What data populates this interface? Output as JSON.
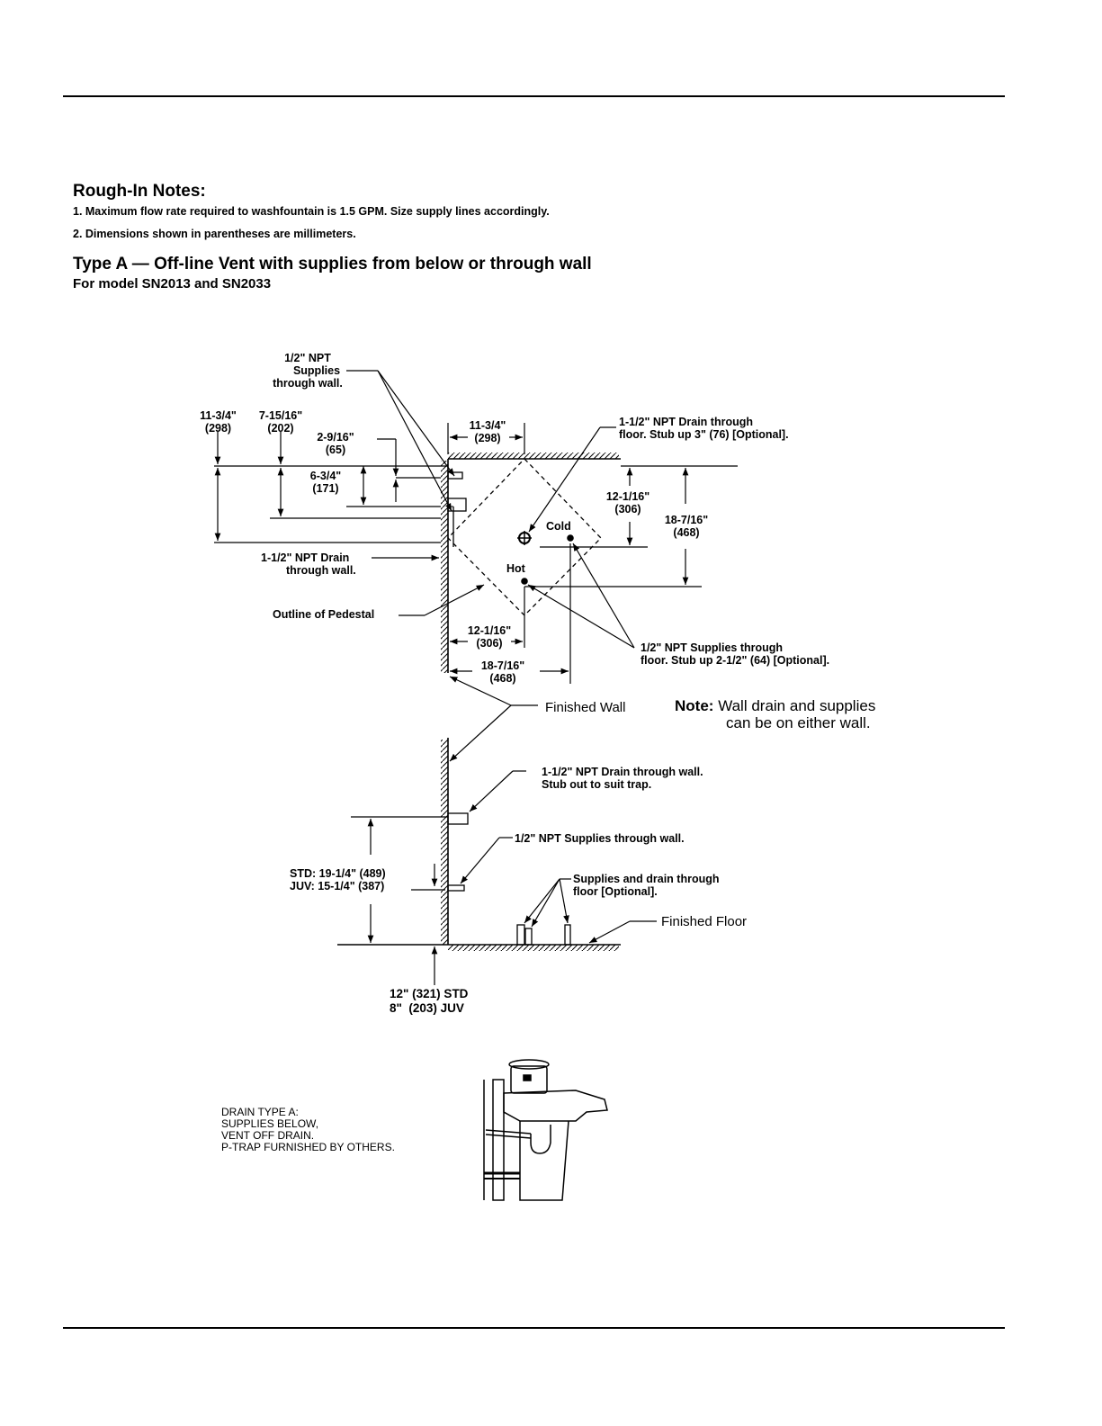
{
  "header": {
    "rough_in_title": "Rough-In Notes:",
    "note_1": "1. Maximum flow rate required to washfountain is 1.5 GPM. Size supply lines accordingly.",
    "note_2": "2. Dimensions shown in parentheses are millimeters.",
    "type_title": "Type A — Off-line Vent with supplies from below or through wall",
    "model_line": "For model SN2013 and SN2033"
  },
  "plan_view": {
    "npt_supplies_wall": [
      "1/2\" NPT",
      "Supplies",
      "through wall."
    ],
    "dim_11_3_4_left": [
      "11-3/4\"",
      "(298)"
    ],
    "dim_7_15_16": [
      "7-15/16\"",
      "(202)"
    ],
    "dim_2_9_16": [
      "2-9/16\"",
      "(65)"
    ],
    "dim_6_3_4": [
      "6-3/4\"",
      "(171)"
    ],
    "dim_11_3_4_top": [
      "11-3/4\"",
      "(298)"
    ],
    "drain_floor": [
      "1-1/2\" NPT Drain through",
      "floor. Stub up 3\" (76) [Optional]."
    ],
    "dim_12_1_16_right": [
      "12-1/16\"",
      "(306)"
    ],
    "dim_18_7_16_right": [
      "18-7/16\"",
      "(468)"
    ],
    "cold": "Cold",
    "hot": "Hot",
    "drain_wall": [
      "1-1/2\" NPT Drain",
      "through wall."
    ],
    "outline_pedestal": "Outline of Pedestal",
    "dim_12_1_16_bottom": [
      "12-1/16\"",
      "(306)"
    ],
    "dim_18_7_16_bottom": [
      "18-7/16\"",
      "(468)"
    ],
    "supplies_floor": [
      "1/2\" NPT Supplies through",
      "floor. Stub up 2-1/2\" (64) [Optional]."
    ],
    "finished_wall": "Finished Wall",
    "note_label": "Note:",
    "note_text": [
      "Wall drain and supplies",
      "can be on either wall."
    ]
  },
  "elevation_view": {
    "drain_wall_trap": [
      "1-1/2\" NPT Drain through wall.",
      "Stub out to suit trap."
    ],
    "supplies_wall": "1/2\" NPT Supplies through wall.",
    "std_juv": [
      "STD: 19-1/4\" (489)",
      "JUV: 15-1/4\" (387)"
    ],
    "supplies_drain_floor": [
      "Supplies and drain through",
      "floor [Optional]."
    ],
    "finished_floor": "Finished Floor",
    "floor_dims": [
      "12\" (321) STD",
      "8\"  (203) JUV"
    ]
  },
  "drain_type": [
    "DRAIN TYPE A:",
    "SUPPLIES BELOW,",
    "VENT OFF DRAIN.",
    "P-TRAP FURNISHED BY OTHERS."
  ]
}
